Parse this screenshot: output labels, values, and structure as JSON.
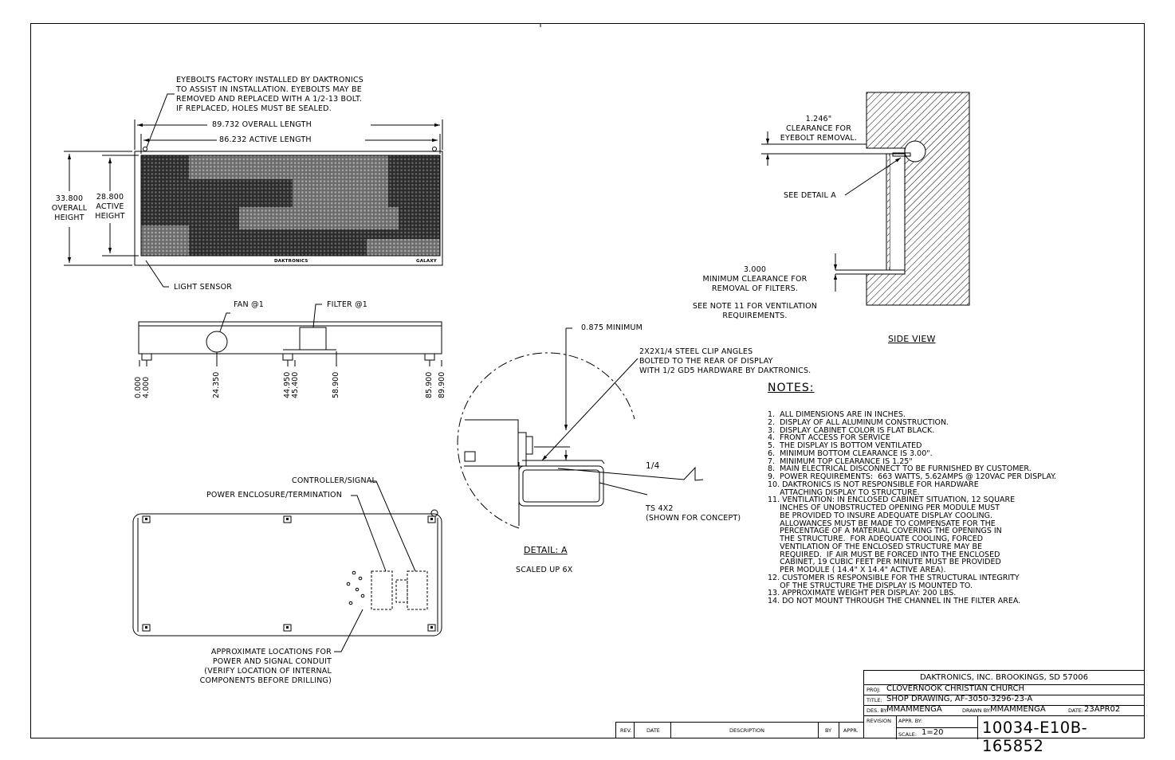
{
  "elevation": {
    "eyebolt_note": [
      "EYEBOLTS FACTORY INSTALLED BY DAKTRONICS",
      "TO ASSIST IN INSTALLATION. EYEBOLTS MAY BE",
      "REMOVED AND REPLACED WITH A 1/2-13 BOLT.",
      "IF REPLACED, HOLES MUST BE SEALED."
    ],
    "overall_length": "89.732 OVERALL LENGTH",
    "active_length": "86.232 ACTIVE LENGTH",
    "overall_height": [
      "33.800",
      "OVERALL",
      "HEIGHT"
    ],
    "active_height": [
      "28.800",
      "ACTIVE",
      "HEIGHT"
    ],
    "brand_left": "DAKTRONICS",
    "brand_right": "GALAXY",
    "light_sensor": "LIGHT SENSOR"
  },
  "bottom_view": {
    "fan": "FAN @1",
    "filter": "FILTER @1",
    "dims": [
      "0.000",
      "4.000",
      "24.350",
      "44.950",
      "45.400",
      "58.900",
      "85.900",
      "89.900"
    ]
  },
  "rear_view": {
    "controller": "CONTROLLER/SIGNAL",
    "power": "POWER ENCLOSURE/TERMINATION",
    "conduit": [
      "APPROXIMATE LOCATIONS FOR",
      "POWER AND SIGNAL CONDUIT",
      "(VERIFY LOCATION OF INTERNAL",
      "COMPONENTS BEFORE DRILLING)"
    ]
  },
  "detail": {
    "min": "0.875 MINIMUM",
    "clip": [
      "2X2X1/4 STEEL CLIP ANGLES",
      "BOLTED TO THE REAR OF DISPLAY",
      "WITH 1/2 GD5 HARDWARE BY DAKTRONICS."
    ],
    "weld": "1/4",
    "tube": [
      "TS 4X2",
      "(SHOWN FOR CONCEPT)"
    ],
    "title": "DETAIL: A",
    "scale": "SCALED UP 6X"
  },
  "side_view": {
    "eyebolt_clear": [
      "1.246\"",
      "CLEARANCE FOR",
      "EYEBOLT REMOVAL."
    ],
    "see_detail": "SEE DETAIL A",
    "min_clear": [
      "3.000",
      "MINIMUM CLEARANCE FOR",
      "REMOVAL OF FILTERS."
    ],
    "see_note": [
      "SEE NOTE 11 FOR VENTILATION",
      "REQUIREMENTS."
    ],
    "title": "SIDE VIEW"
  },
  "notes": {
    "title": "NOTES:",
    "text": "1.  ALL DIMENSIONS ARE IN INCHES.\n2.  DISPLAY OF ALL ALUMINUM CONSTRUCTION.\n3.  DISPLAY CABINET COLOR IS FLAT BLACK.\n4.  FRONT ACCESS FOR SERVICE\n5.  THE DISPLAY IS BOTTOM VENTILATED\n6.  MINIMUM BOTTOM CLEARANCE IS 3.00\".\n7.  MINIMUM TOP CLEARANCE IS 1.25\"\n8.  MAIN ELECTRICAL DISCONNECT TO BE FURNISHED BY CUSTOMER.\n9.  POWER REQUIREMENTS:  663 WATTS, 5.62AMPS @ 120VAC PER DISPLAY.\n10. DAKTRONICS IS NOT RESPONSIBLE FOR HARDWARE\n     ATTACHING DISPLAY TO STRUCTURE.\n11. VENTILATION: IN ENCLOSED CABINET SITUATION, 12 SQUARE\n     INCHES OF UNOBSTRUCTED OPENING PER MODULE MUST\n     BE PROVIDED TO INSURE ADEQUATE DISPLAY COOLING.\n     ALLOWANCES MUST BE MADE TO COMPENSATE FOR THE\n     PERCENTAGE OF A MATERIAL COVERING THE OPENINGS IN\n     THE STRUCTURE.  FOR ADEQUATE COOLING, FORCED\n     VENTILATION OF THE ENCLOSED STRUCTURE MAY BE\n     REQUIRED.  IF AIR MUST BE FORCED INTO THE ENCLOSED\n     CABINET, 19 CUBIC FEET PER MINUTE MUST BE PROVIDED\n     PER MODULE ( 14.4\" X 14.4\" ACTIVE AREA).\n12. CUSTOMER IS RESPONSIBLE FOR THE STRUCTURAL INTEGRITY\n     OF THE STRUCTURE THE DISPLAY IS MOUNTED TO.\n13. APPROXIMATE WEIGHT PER DISPLAY: 200 LBS.\n14. DO NOT MOUNT THROUGH THE CHANNEL IN THE FILTER AREA."
  },
  "title_block": {
    "company": "DAKTRONICS, INC.   BROOKINGS, SD 57006",
    "proj_label": "PROJ:",
    "proj": "CLOVERNOOK CHRISTIAN CHURCH",
    "title_label": "TITLE:",
    "title": "SHOP DRAWING, AF-3050-3296-23-A",
    "des_label": "DES. BY:",
    "des": "MMAMMENGA",
    "drawn_label": "DRAWN BY:",
    "drawn": "MMAMMENGA",
    "date_label": "DATE:",
    "date": "23APR02",
    "revision_label": "REVISION",
    "appr_label": "APPR. BY:",
    "scale_label": "SCALE:",
    "scale": "1=20",
    "drawing_no": "10034-E10B-165852"
  },
  "revision_table": [
    "REV.",
    "DATE",
    "DESCRIPTION",
    "BY",
    "APPR."
  ]
}
